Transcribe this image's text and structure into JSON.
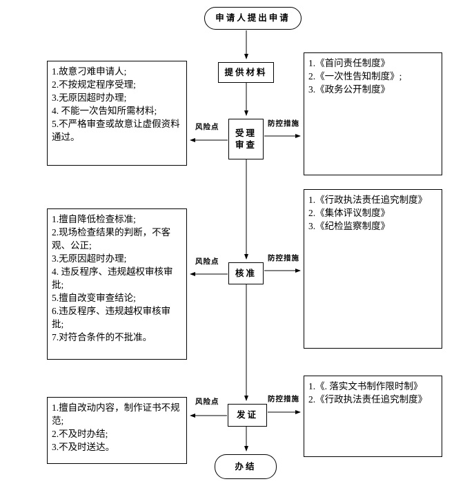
{
  "flow_nodes": {
    "start": "申请人提出申请",
    "provide_materials": "提供材料",
    "accept_review": "受理\n审查",
    "approve": "核准",
    "issue_certificate": "发证",
    "finish": "办结"
  },
  "connector_labels": {
    "risk_point": "风险点",
    "control_measures": "防控措施"
  },
  "risk_boxes": {
    "accept_review": "1.故意刁难申请人;\n2.不按规定程序受理;\n3.无原因超时办理;\n4. 不能一次告知所需材料;\n5.不严格审查或故意让虚假资料通过。",
    "approve": "1.擅自降低检查标准;\n2.现场检查结果的判断，不客观、公正;\n3.无原因超时办理;\n4. 违反程序、违规越权审核审批;\n5.擅自改变审查结论;\n6.违反程序、违规越权审核审批;\n7.对符合条件的不批准。",
    "issue_certificate": "1.擅自改动内容，制作证书不规范;\n2.不及时办结;\n3.不及时送达。"
  },
  "measure_boxes": {
    "accept_review": "1.《首问责任制度》\n2.《一次性告知制度》;\n3.《政务公开制度》",
    "approve": "1.《行政执法责任追究制度》\n2.《集体评议制度》\n3.《纪检监察制度》",
    "issue_certificate": "1.《. 落实文书制作限时制》\n2.《行政执法责任追究制度》"
  }
}
